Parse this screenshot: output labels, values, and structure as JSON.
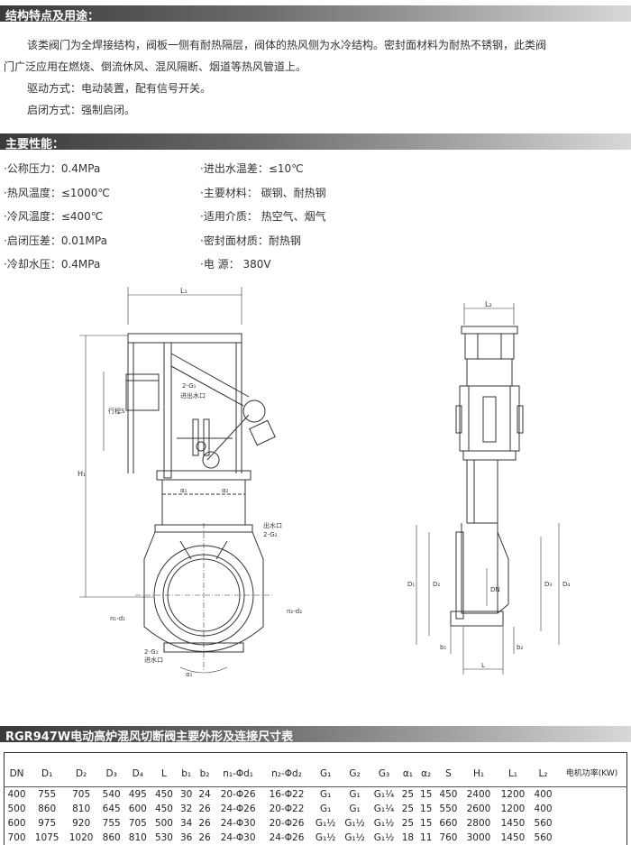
{
  "sections": {
    "features_title": "结构特点及用途：",
    "performance_title": "主要性能：",
    "table_title": "RGR947W电动高炉混风切断阀主要外形及连接尺寸表"
  },
  "description": {
    "line1": "该类阀门为全焊接结构，阀板一侧有耐热隔层，阀体的热风侧为水冷结构。密封面材料为耐热不锈钢，此类阀",
    "line2": "门广泛应用在燃烧、倒流休风、混风隔断、烟道等热风管道上。",
    "line3": "驱动方式：电动装置，配有信号开关。",
    "line4": "启闭方式：强制启闭。"
  },
  "specs_left": [
    "·公称压力：0.4MPa",
    "·热风温度：≤1000℃",
    "·冷风温度：≤400℃",
    "·启闭压差：0.01MPa",
    "·冷却水压：0.4MPa"
  ],
  "specs_right": [
    "·进出水温差：≤10℃",
    "·主要材料：  碳钢、耐热钢",
    "·适用介质：  热空气、烟气",
    "·密封面材质：耐热钢",
    "·电    源：  380V"
  ],
  "drawing_labels": {
    "l1": "L₁",
    "l2": "L₂",
    "h1": "H₁",
    "stroke": "行程S",
    "g1_top": "2-G₁",
    "water_in_out": "进出水口",
    "water_out": "出水口",
    "g2": "2-G₂",
    "n1d1": "n₁-d₁",
    "n2d2": "n₂-d₂",
    "g1_bottom": "2-G₁",
    "water_in": "进水口",
    "a1": "α₁",
    "a2": "α₂",
    "d1": "D₁",
    "d2": "D₂",
    "d3": "D₃",
    "d4": "D₄",
    "dn": "DN",
    "b1": "b₁",
    "b2": "b₂",
    "l": "L"
  },
  "table": {
    "headers": [
      "DN",
      "D₁",
      "D₂",
      "D₃",
      "D₄",
      "L",
      "b₁",
      "b₂",
      "n₁-Φd₁",
      "n₂-Φd₂",
      "G₁",
      "G₂",
      "G₃",
      "α₁",
      "α₂",
      "S",
      "H₁",
      "L₁",
      "L₂",
      "电机功率(KW)"
    ],
    "rows": [
      [
        "400",
        "755",
        "705",
        "540",
        "495",
        "450",
        "30",
        "24",
        "20-Φ26",
        "16-Φ22",
        "G₁",
        "G₁",
        "G₁¼",
        "25",
        "15",
        "450",
        "2400",
        "1200",
        "400",
        ""
      ],
      [
        "500",
        "860",
        "810",
        "645",
        "600",
        "450",
        "32",
        "26",
        "24-Φ26",
        "20-Φ22",
        "G₁",
        "G₁",
        "G₁¼",
        "25",
        "15",
        "550",
        "2600",
        "1200",
        "400",
        ""
      ],
      [
        "600",
        "975",
        "920",
        "755",
        "705",
        "500",
        "34",
        "26",
        "24-Φ30",
        "20-Φ26",
        "G₁½",
        "G₁½",
        "G₁½",
        "25",
        "15",
        "660",
        "2800",
        "1450",
        "560",
        ""
      ],
      [
        "700",
        "1075",
        "1020",
        "860",
        "810",
        "530",
        "36",
        "26",
        "24-Φ30",
        "24-Φ26",
        "G₁½",
        "G₁½",
        "G₁½",
        "18",
        "11",
        "760",
        "3000",
        "1450",
        "560",
        ""
      ]
    ]
  }
}
